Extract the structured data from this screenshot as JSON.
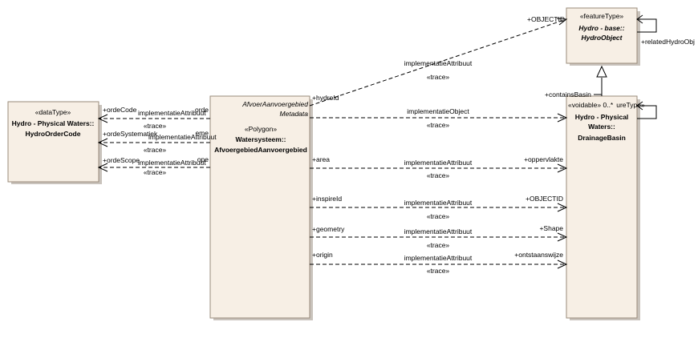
{
  "classes": {
    "feature_type": {
      "stereotype": "«featureType»",
      "name_line1": "Hydro - base::",
      "name_line2": "HydroObject"
    },
    "data_type": {
      "stereotype": "«dataType»",
      "name_line1": "Hydro - Physical Waters::",
      "name_line2": "HydroOrderCode"
    },
    "polygon": {
      "top_line1": "AfvoerAanvoergebied",
      "top_line2": "Metadata",
      "stereotype": "«Polygon»",
      "name_line1": "Watersysteem::",
      "name_line2": "AfvoergebiedAanvoergebied"
    },
    "drainage": {
      "stereotype_prefix": "«voidable» 0..*",
      "stereotype_suffix": "ureType»",
      "name_line1": "Hydro - Physical",
      "name_line2": "Waters::",
      "name_line3": "DrainageBasin"
    }
  },
  "relations": {
    "related_hydro_obj": "+relatedHydroObj",
    "contains_basin": "+containsBasin",
    "objectid_top": "+OBJECTID",
    "hydro_id": "+hydroId",
    "top_label": "implementatieAttribuut",
    "top_trace": "«trace»",
    "impl_object": "implementatieObject",
    "impl_object_trace": "«trace»",
    "area": "+area",
    "oppervlakte": "+oppervlakte",
    "area_label": "implementatieAttribuut",
    "area_trace": "«trace»",
    "inspire_id": "+inspireId",
    "objectid_right": "+OBJECTID",
    "inspire_label": "implementatieAttribuut",
    "inspire_trace": "«trace»",
    "geometry": "+geometry",
    "shape": "+Shape",
    "geometry_label": "implementatieAttribuut",
    "geometry_trace": "«trace»",
    "origin": "+origin",
    "ontstaanswijze": "+ontstaanswijze",
    "origin_label": "implementatieAttribuut",
    "origin_trace": "«trace»",
    "orde_code": "+ordeCode",
    "orde_code_label": "implementatieAttribuut",
    "orde_code_src": "orde",
    "orde_code_trace": "«trace»",
    "orde_sys": "+ordeSystematiek",
    "orde_sys_label": "implementatieAttribuut",
    "orde_sys_src": "eme",
    "orde_sys_trace": "«trace»",
    "orde_scope": "+ordeScope",
    "orde_scope_label": "implementatieAttribuut",
    "orde_scope_src": "ope",
    "orde_scope_trace": "«trace»"
  }
}
